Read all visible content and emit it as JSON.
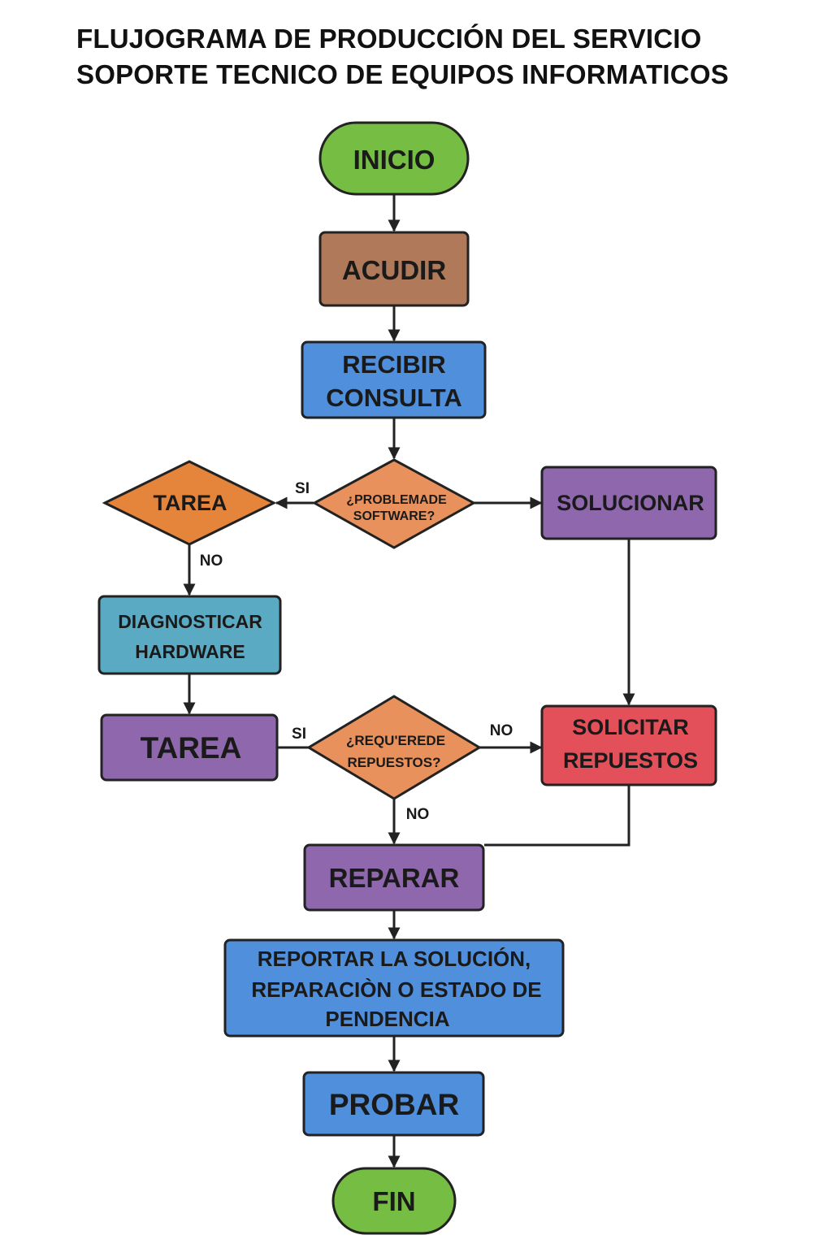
{
  "title": {
    "line1": "FLUJOGRAMA DE PRODUCCIÓN DEL SERVICIO",
    "line2": "SOPORTE TECNICO DE EQUIPOS INFORMATICOS"
  },
  "colors": {
    "start_end": "#76bd43",
    "acudir": "#b07a5a",
    "blue": "#4f8fdb",
    "decision": "#e8915c",
    "tarea_diamond": "#e5843b",
    "purple": "#8e67ad",
    "teal": "#5aaac4",
    "red": "#e35059"
  },
  "nodes": {
    "inicio": "INICIO",
    "acudir": "ACUDIR",
    "recibir": [
      "RECIBIR",
      "CONSULTA"
    ],
    "problema_software": [
      "¿PROBLEMADE",
      "SOFTWARE?"
    ],
    "tarea_diamond": "TAREA",
    "solucionar": "SOLUCIONAR",
    "diagnosticar": [
      "DIAGNOSTICAR",
      "HARDWARE"
    ],
    "tarea_box": "TAREA",
    "requiere_repuestos": [
      "¿REQU'EREDE",
      "REPUESTOS?"
    ],
    "solicitar": [
      "SOLICITAR",
      "REPUESTOS"
    ],
    "reparar": "REPARAR",
    "reportar": [
      "REPORTAR LA SOLUCIÓN,",
      "REPARACIÒN O ESTADO DE",
      "PENDENCIA"
    ],
    "probar": "PROBAR",
    "fin": "FIN"
  },
  "edge_labels": {
    "si_1": "SI",
    "no_1": "NO",
    "si_2": "SI",
    "no_2": "NO",
    "no_3": "NO"
  }
}
